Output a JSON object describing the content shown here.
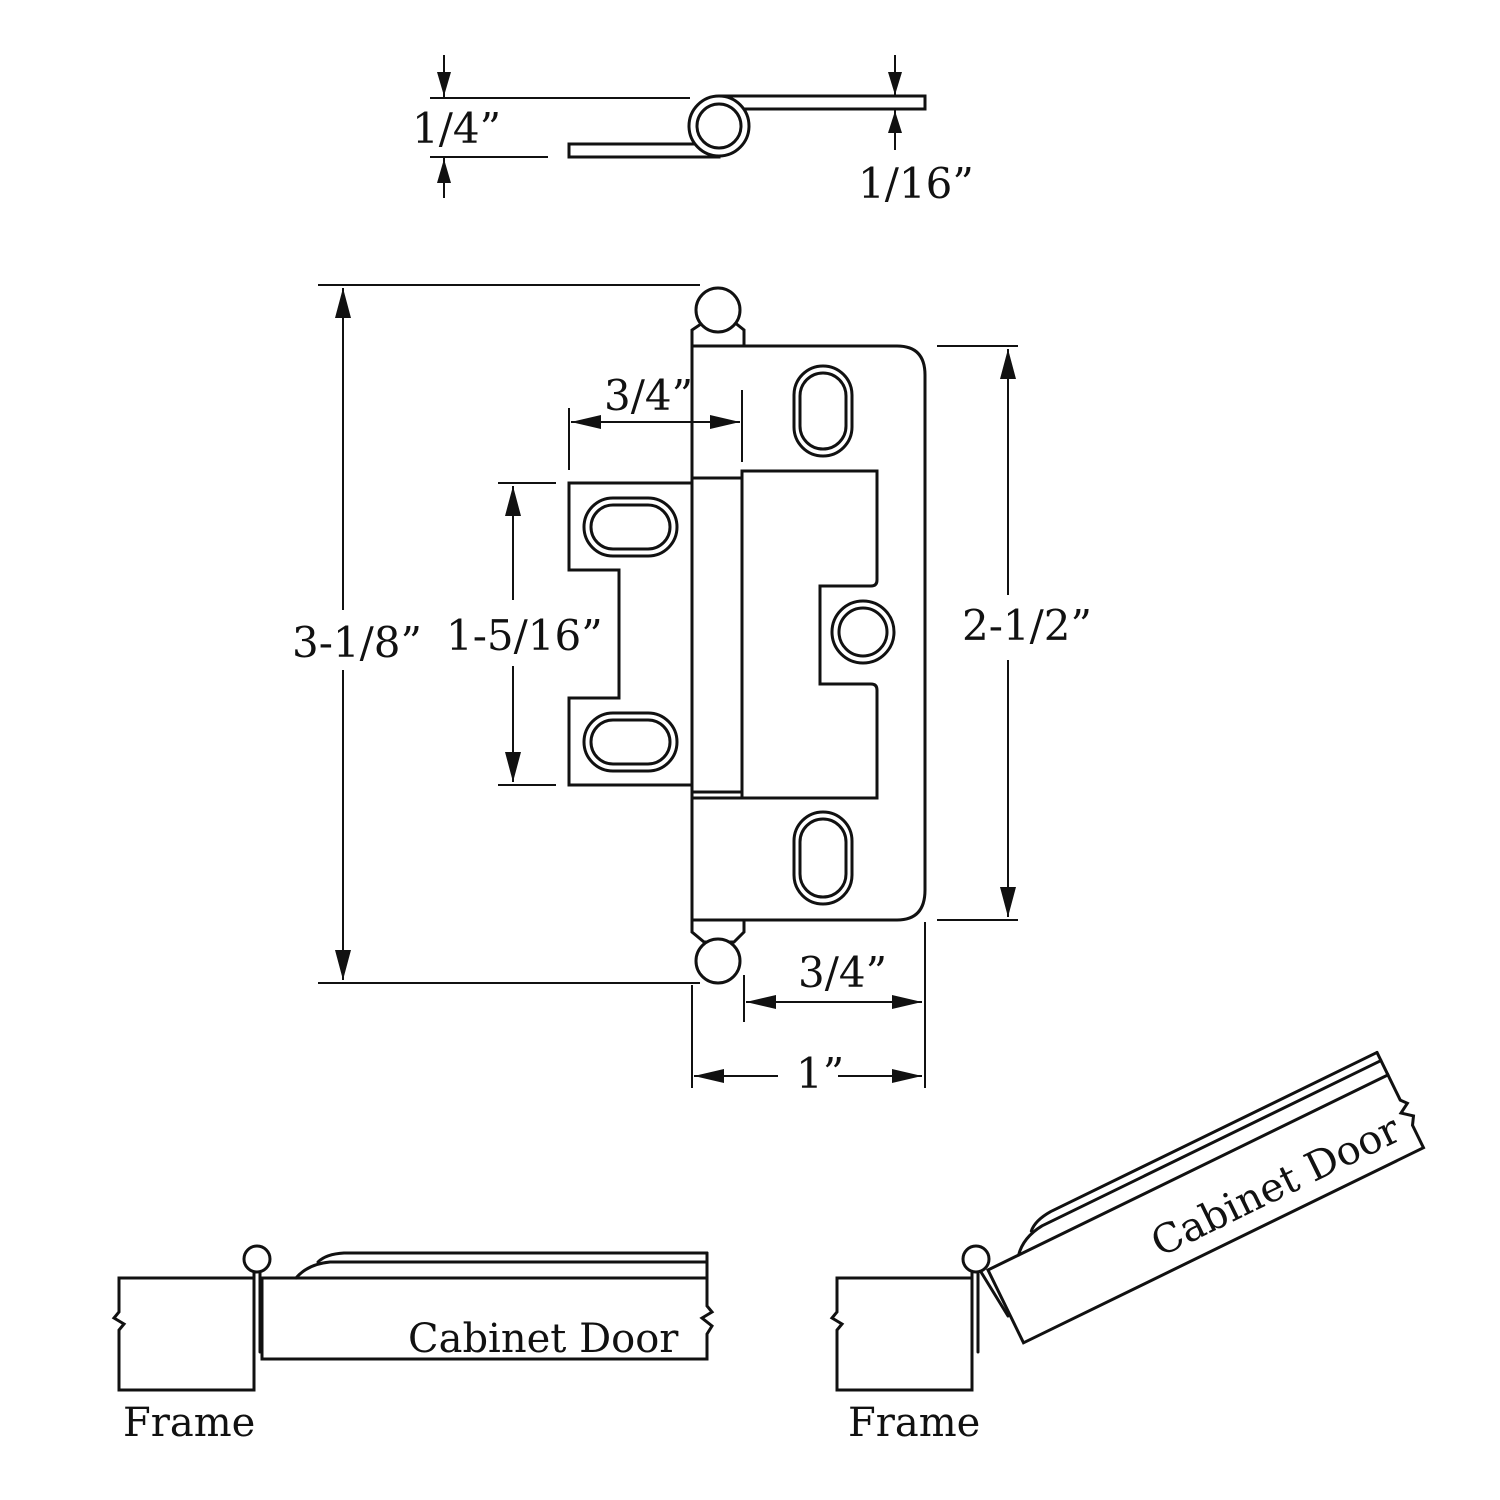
{
  "top_view": {
    "dim_thickness": "1/4”",
    "dim_leaf": "1/16”"
  },
  "front_view": {
    "dim_overall_height": "3-1/8”",
    "dim_small_leaf_height": "1-5/16”",
    "dim_large_leaf_height": "2-1/2”",
    "dim_small_leaf_width": "3/4”",
    "dim_large_leaf_width": "3/4”",
    "dim_total_width": "1”"
  },
  "closed_view": {
    "frame_label": "Frame",
    "door_label": "Cabinet Door"
  },
  "open_view": {
    "frame_label": "Frame",
    "door_label": "Cabinet Door"
  }
}
